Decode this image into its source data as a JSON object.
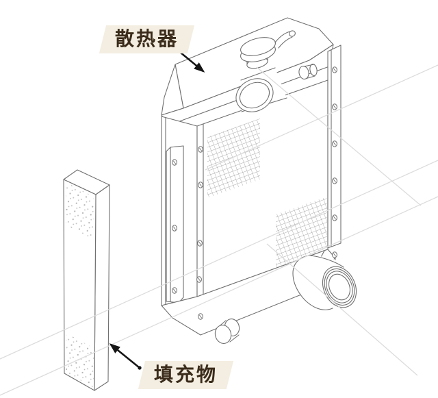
{
  "figure": {
    "type": "technical-line-diagram",
    "callouts": {
      "radiator": {
        "label": "散热器"
      },
      "filler": {
        "label": "填充物"
      }
    },
    "colors": {
      "background": "#ffffff",
      "line": "#6f6f6f",
      "label_background": "#f3eee1",
      "label_text": "#3a2b1a",
      "arrow": "#151515",
      "watermark": "#dcdcdc"
    }
  }
}
